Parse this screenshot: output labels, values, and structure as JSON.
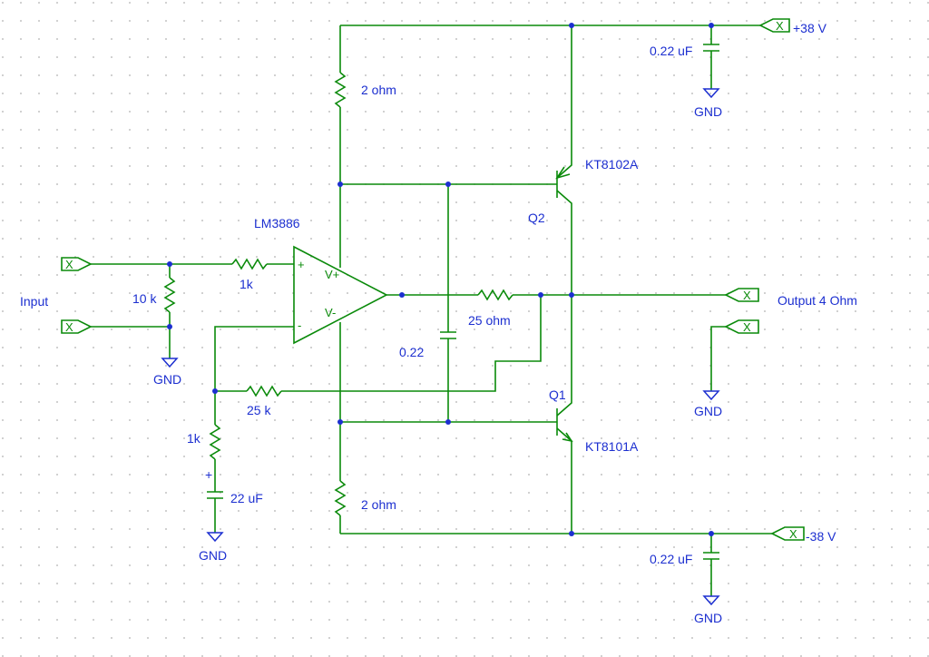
{
  "labels": {
    "supply_pos": "+38 V",
    "supply_neg": "-38 V",
    "cap_top": "0.22 uF",
    "cap_bottom": "0.22 uF",
    "gnd": "GND",
    "r_top": "2 ohm",
    "r_bottom": "2 ohm",
    "q2_part": "KT8102A",
    "q2_ref": "Q2",
    "q1_part": "KT8101A",
    "q1_ref": "Q1",
    "opamp": "LM3886",
    "pin_plus": "+",
    "pin_minus": "-",
    "pin_vplus": "V+",
    "pin_vminus": "V-",
    "input": "Input",
    "r_10k": "10 k",
    "r_1k_in": "1k",
    "r_25ohm": "25 ohm",
    "cap_022": "0.22",
    "r_25k": "25 k",
    "r_1k_fb": "1k",
    "cap_22uf": "22 uF",
    "cap_22uf_polarity": "+",
    "output": "Output 4 Ohm",
    "port_mark": "X"
  }
}
